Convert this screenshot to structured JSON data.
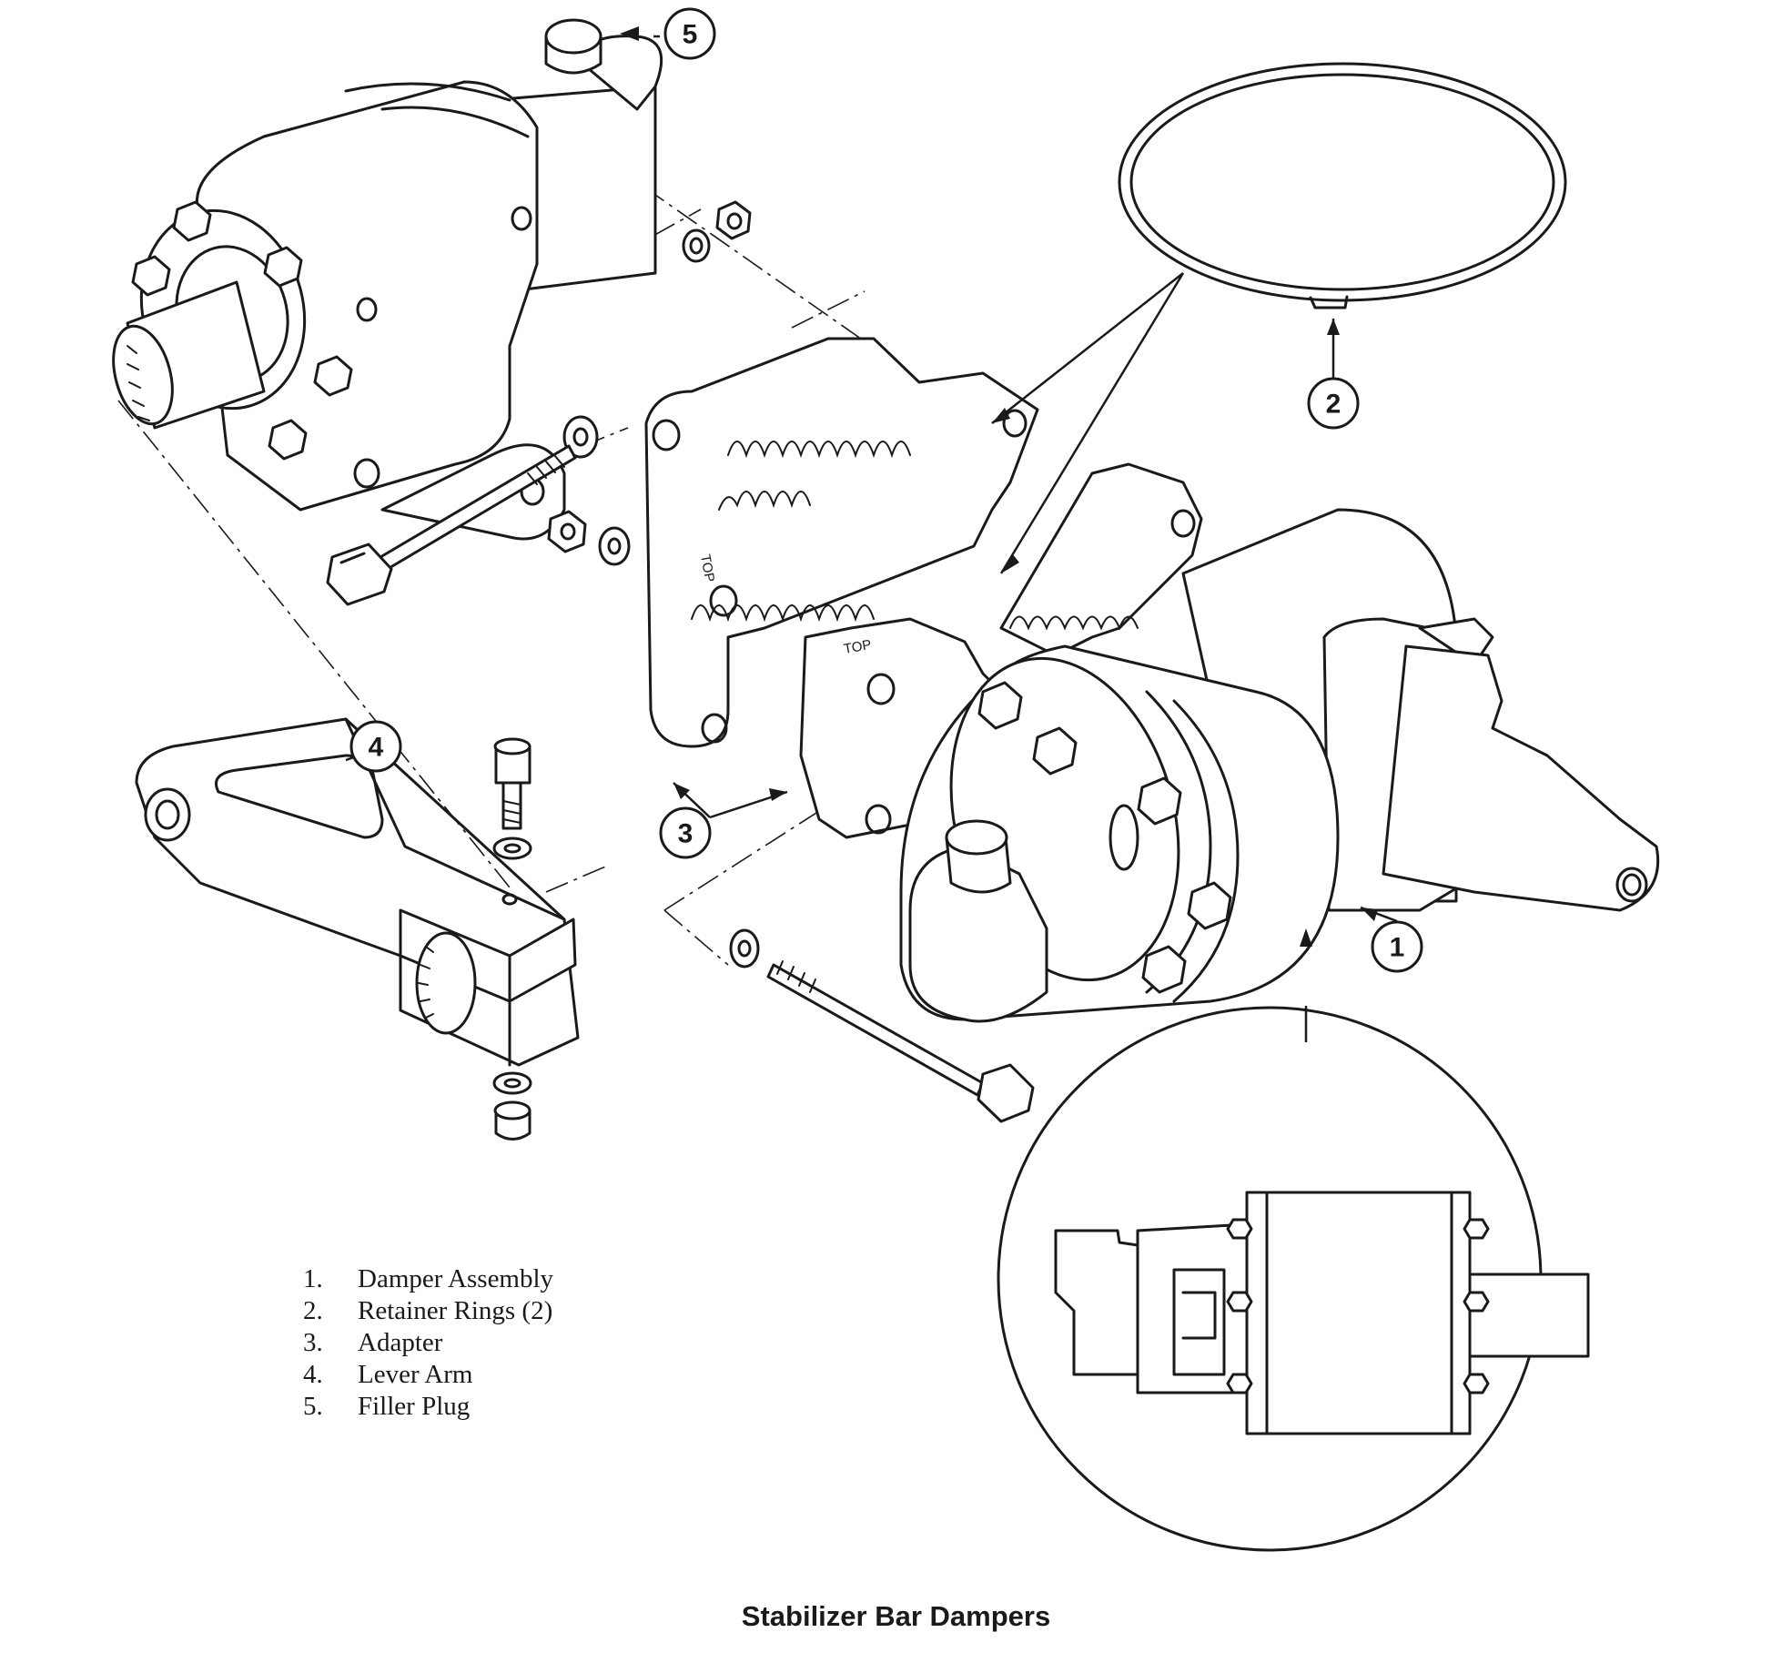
{
  "figure": {
    "title": "Stabilizer Bar Dampers",
    "stamp_text": "TOP"
  },
  "callouts": [
    "1",
    "2",
    "3",
    "4",
    "5"
  ],
  "legend": [
    {
      "number": "1.",
      "label": "Damper Assembly"
    },
    {
      "number": "2.",
      "label": "Retainer Rings (2)"
    },
    {
      "number": "3.",
      "label": "Adapter"
    },
    {
      "number": "4.",
      "label": "Lever Arm"
    },
    {
      "number": "5.",
      "label": "Filler Plug"
    }
  ],
  "colors": {
    "ink": "#1a1a1a",
    "paper": "#ffffff"
  }
}
